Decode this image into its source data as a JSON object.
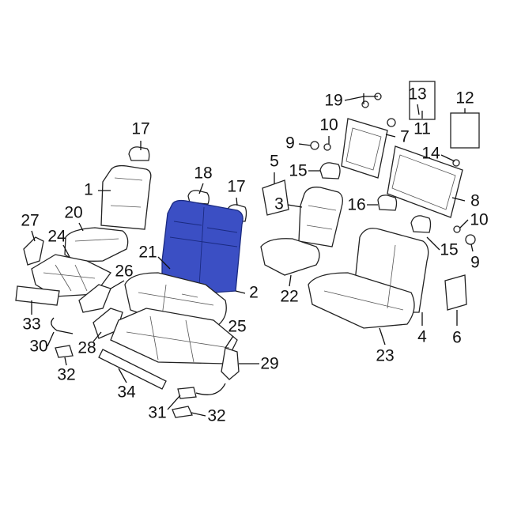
{
  "diagram": {
    "title": "Rear seat components",
    "highlight_color": "#3b4fc4",
    "highlighted_part": "2",
    "callouts": {
      "p17a": "17",
      "p1": "1",
      "p20": "20",
      "p27": "27",
      "p24": "24",
      "p33": "33",
      "p30": "30",
      "p32a": "32",
      "p18": "18",
      "p17b": "17",
      "p21": "21",
      "p2": "2",
      "p26": "26",
      "p28": "28",
      "p34": "34",
      "p25": "25",
      "p29": "29",
      "p31": "31",
      "p32b": "32",
      "p5": "5",
      "p15a": "15",
      "p3": "3",
      "p22": "22",
      "p19": "19",
      "p10a": "10",
      "p9a": "9",
      "p7": "7",
      "p11": "11",
      "p13": "13",
      "p12": "12",
      "p14": "14",
      "p8": "8",
      "p16": "16",
      "p10b": "10",
      "p9b": "9",
      "p15b": "15",
      "p23": "23",
      "p4": "4",
      "p6": "6"
    }
  }
}
